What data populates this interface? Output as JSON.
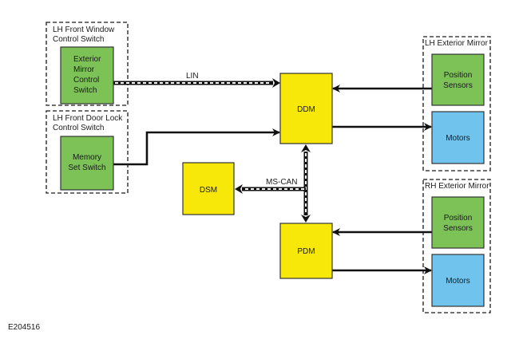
{
  "diagram": {
    "colors": {
      "control_module": "#f7e80a",
      "switch_sensor": "#7cc257",
      "motor": "#6fc3ec"
    },
    "groups": {
      "lh_front_window": {
        "title_line1": "LH Front Window",
        "title_line2": "Control Switch"
      },
      "lh_front_door_lock": {
        "title_line1": "LH Front Door Lock",
        "title_line2": "Control Switch"
      },
      "lh_exterior_mirror": {
        "title": "LH Exterior Mirror"
      },
      "rh_exterior_mirror": {
        "title": "RH Exterior Mirror"
      }
    },
    "nodes": {
      "exterior_mirror_control_switch": {
        "lines": [
          "Exterior",
          "Mirror",
          "Control",
          "Switch"
        ]
      },
      "memory_set_switch": {
        "lines": [
          "Memory",
          "Set Switch"
        ]
      },
      "ddm": {
        "label": "DDM"
      },
      "pdm": {
        "label": "PDM"
      },
      "dsm": {
        "label": "DSM"
      },
      "lh_position_sensors": {
        "lines": [
          "Position",
          "Sensors"
        ]
      },
      "lh_motors": {
        "label": "Motors"
      },
      "rh_position_sensors": {
        "lines": [
          "Position",
          "Sensors"
        ]
      },
      "rh_motors": {
        "label": "Motors"
      }
    },
    "connections": {
      "lin_label": "LIN",
      "mscan_label": "MS-CAN"
    },
    "figure_id": "E204516"
  }
}
